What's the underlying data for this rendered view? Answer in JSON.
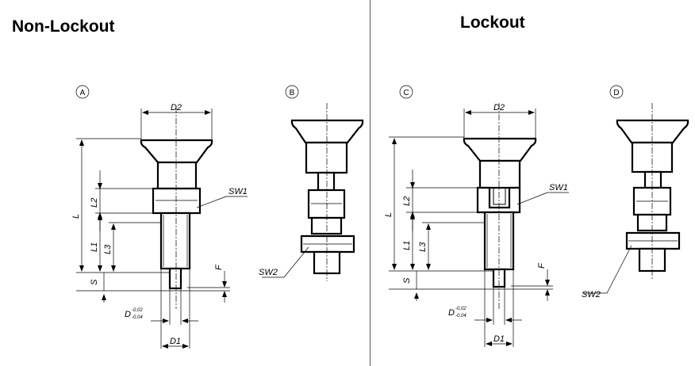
{
  "headings": {
    "left": "Non-Lockout",
    "right": "Lockout"
  },
  "views": {
    "a": {
      "id": "A"
    },
    "b": {
      "id": "B"
    },
    "c": {
      "id": "C"
    },
    "d": {
      "id": "D"
    }
  },
  "labels": {
    "d2": "D2",
    "sw1": "SW1",
    "sw2": "SW2",
    "l": "L",
    "l1": "L1",
    "l2": "L2",
    "l3": "L3",
    "s": "S",
    "f": "F",
    "d": "D",
    "d_tol_upper": "-0,02",
    "d_tol_lower": "-0,04",
    "d1": "D1"
  }
}
